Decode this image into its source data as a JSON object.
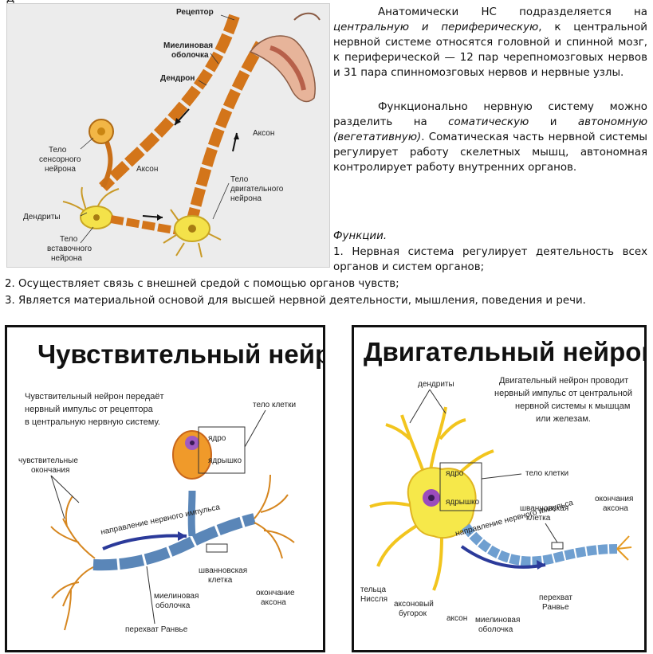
{
  "top_clip": "Д",
  "intro": {
    "line1_pre": "Анатомически НС подразделяется на",
    "line1_italic": "центральную и периферическую",
    "line1_post": ", к центральной нервной системе относятся головной и спинной мозг, к периферической — 12 пар черепномозговых нервов и 31 пара спинномозговых нервов и нервные узлы."
  },
  "functional": {
    "pre": "Функционально нервную систему можно разделить на",
    "italic1": "соматическую",
    "and": "и",
    "italic2": "автономную (вегетативную)",
    "post": ". Соматическая часть нервной системы регулирует работу скелетных мышц, автономная контролирует работу внутренних органов."
  },
  "functions_heading": "Функции.",
  "functions": [
    "1. Нервная система регулирует деятельность всех органов и систем органов;",
    "2. Осуществляет связь с внешней средой с помощью органов чувств;",
    "3. Является материальной основой для высшей нервной деятельности, мышления, поведения и речи."
  ],
  "figure_top": {
    "labels": {
      "receptor": "Рецептор",
      "myelin1": "Миелиновая",
      "myelin2": "оболочка",
      "dendrite": "Дендрон",
      "sensory1": "Тело",
      "sensory2": "сенсорного",
      "sensory3": "нейрона",
      "axon_left": "Аксон",
      "dendrites": "Дендриты",
      "inter1": "Тело",
      "inter2": "вставочного",
      "inter3": "нейрона",
      "axon_right": "Аксон",
      "motor1": "Тело",
      "motor2": "двигательного",
      "motor3": "нейрона"
    }
  },
  "figure_sensory": {
    "title": "Чувствительный нейрон",
    "desc": [
      "Чувствительный нейрон передаёт",
      "нервный импульс от рецептора",
      "в центральную нервную систему."
    ],
    "labels": {
      "cell_body": "тело клетки",
      "nucleus": "ядро",
      "nucleolus": "ядрышко",
      "endings1": "чувствительные",
      "endings2": "окончания",
      "direction": "направление нервного импульса",
      "schwann1": "шванновская",
      "schwann2": "клетка",
      "myelin1": "миелиновая",
      "myelin2": "оболочка",
      "axon_end1": "окончание",
      "axon_end2": "аксона",
      "ranvier": "перехват Ранвье"
    }
  },
  "figure_motor": {
    "title": "Двигательный нейрон",
    "desc": [
      "Двигательный нейрон проводит",
      "нервный импульс от центральной",
      "нервной системы к мышцам",
      "или железам."
    ],
    "labels": {
      "dendrites": "дендриты",
      "nucleus": "ядро",
      "cell_body": "тело клетки",
      "nucleolus": "ядрышко",
      "schwann1": "шванновская",
      "schwann2": "клетка",
      "axon_end1": "окончания",
      "axon_end2": "аксона",
      "direction": "направление нервного импульса",
      "nissl1": "тельца",
      "nissl2": "Ниссля",
      "hillock1": "аксоновый",
      "hillock2": "бугорок",
      "axon": "аксон",
      "myelin1": "миелиновая",
      "myelin2": "оболочка",
      "ranvier1": "перехват",
      "ranvier2": "Ранвье"
    }
  },
  "colors": {
    "axon_orange": "#e08a1e",
    "cell_yellow": "#f4e24a",
    "axon_blue": "#6f9fd0",
    "text": "#111111"
  }
}
